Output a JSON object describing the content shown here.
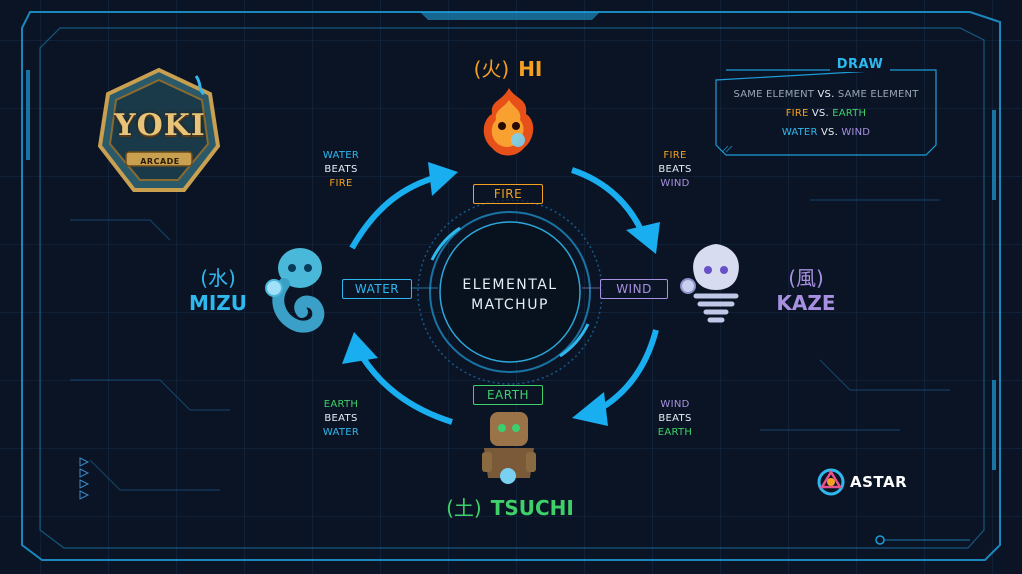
{
  "logo": {
    "brand": "YOKI",
    "sub": "ARCADE"
  },
  "elements": {
    "hi": {
      "kanji": "(火)",
      "name": "HI",
      "tag": "FIRE",
      "color": "#f4a020"
    },
    "mizu": {
      "kanji": "(水)",
      "name": "MIZU",
      "tag": "WATER",
      "color": "#2fb8ee"
    },
    "kaze": {
      "kanji": "(風)",
      "name": "KAZE",
      "tag": "WIND",
      "color": "#a890e0"
    },
    "tsuchi": {
      "kanji": "(土)",
      "name": "TSUCHI",
      "tag": "EARTH",
      "color": "#3fd06a"
    }
  },
  "center": {
    "line1": "ELEMENTAL",
    "line2": "MATCHUP"
  },
  "rules": {
    "water_fire": {
      "a": "WATER",
      "verb": "BEATS",
      "b": "FIRE"
    },
    "fire_wind": {
      "a": "FIRE",
      "verb": "BEATS",
      "b": "WIND"
    },
    "wind_earth": {
      "a": "WIND",
      "verb": "BEATS",
      "b": "EARTH"
    },
    "earth_water": {
      "a": "EARTH",
      "verb": "BEATS",
      "b": "WATER"
    }
  },
  "draw": {
    "title": "DRAW",
    "line1": {
      "a": "SAME ELEMENT",
      "vs": "VS.",
      "b": "SAME ELEMENT"
    },
    "line2": {
      "a": "FIRE",
      "vs": "VS.",
      "b": "EARTH"
    },
    "line3": {
      "a": "WATER",
      "vs": "VS.",
      "b": "WIND"
    }
  },
  "partner": {
    "name": "ASTAR"
  },
  "icons": [
    "fire-spirit-icon",
    "water-spirit-icon",
    "wind-spirit-icon",
    "earth-spirit-icon",
    "astar-logo-icon",
    "cycle-arrow-icon"
  ],
  "colors": {
    "background": "#0a1424",
    "frame": "#1e9cd8",
    "arrow": "#18aef0"
  }
}
